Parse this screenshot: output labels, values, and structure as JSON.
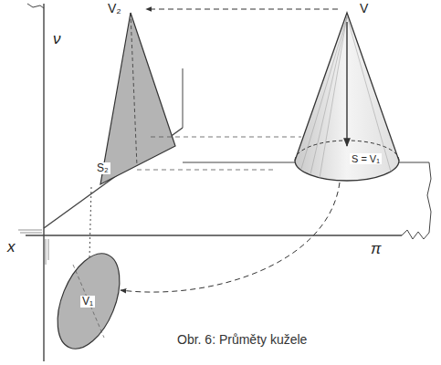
{
  "diagram": {
    "caption": "Obr. 6: Průměty kužele",
    "labels": [
      "ν",
      "V₂",
      "V",
      "S₂",
      "S = V₁",
      "x",
      "π",
      "V₁"
    ]
  }
}
